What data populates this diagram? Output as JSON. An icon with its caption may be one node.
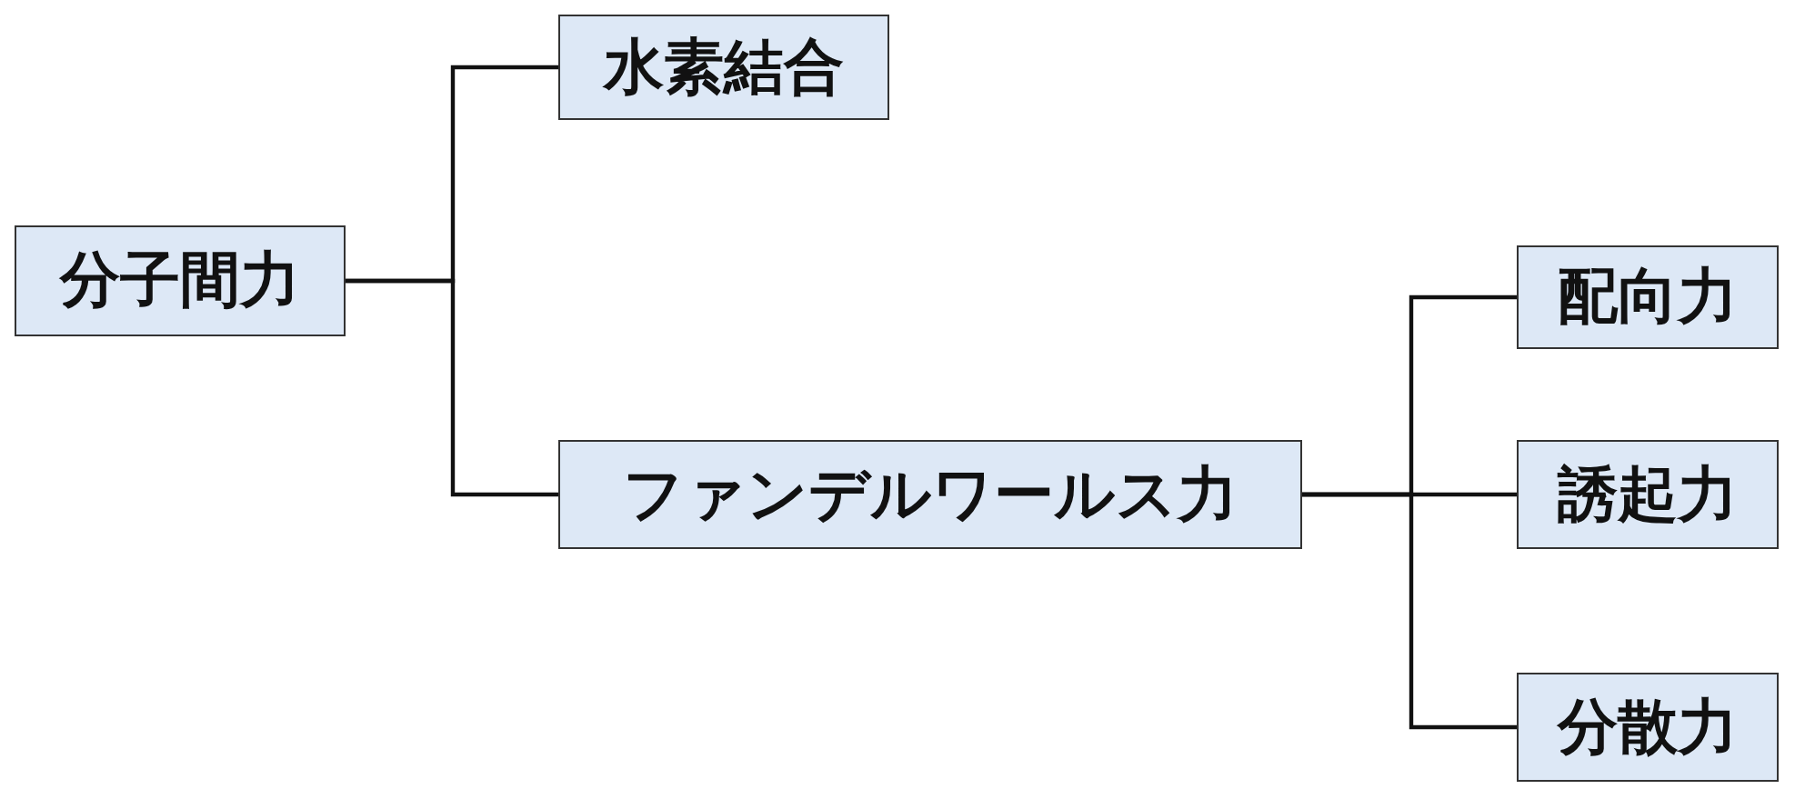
{
  "diagram": {
    "nodes": [
      {
        "text": [
          "分子間力"
        ]
      },
      {
        "text": [
          "水素結合"
        ]
      },
      {
        "text": [
          "ファンデルワールス力"
        ]
      },
      {
        "text": [
          "配向力"
        ]
      },
      {
        "text": [
          "誘起力"
        ]
      },
      {
        "text": [
          "分散力"
        ]
      }
    ],
    "edges": [
      {
        "from": 0,
        "to": 1,
        "arrow": "none"
      },
      {
        "from": 0,
        "to": 2,
        "arrow": "none"
      },
      {
        "from": 2,
        "to": 3,
        "arrow": "none"
      },
      {
        "from": 2,
        "to": 4,
        "arrow": "none"
      },
      {
        "from": 2,
        "to": 5,
        "arrow": "none"
      }
    ]
  }
}
